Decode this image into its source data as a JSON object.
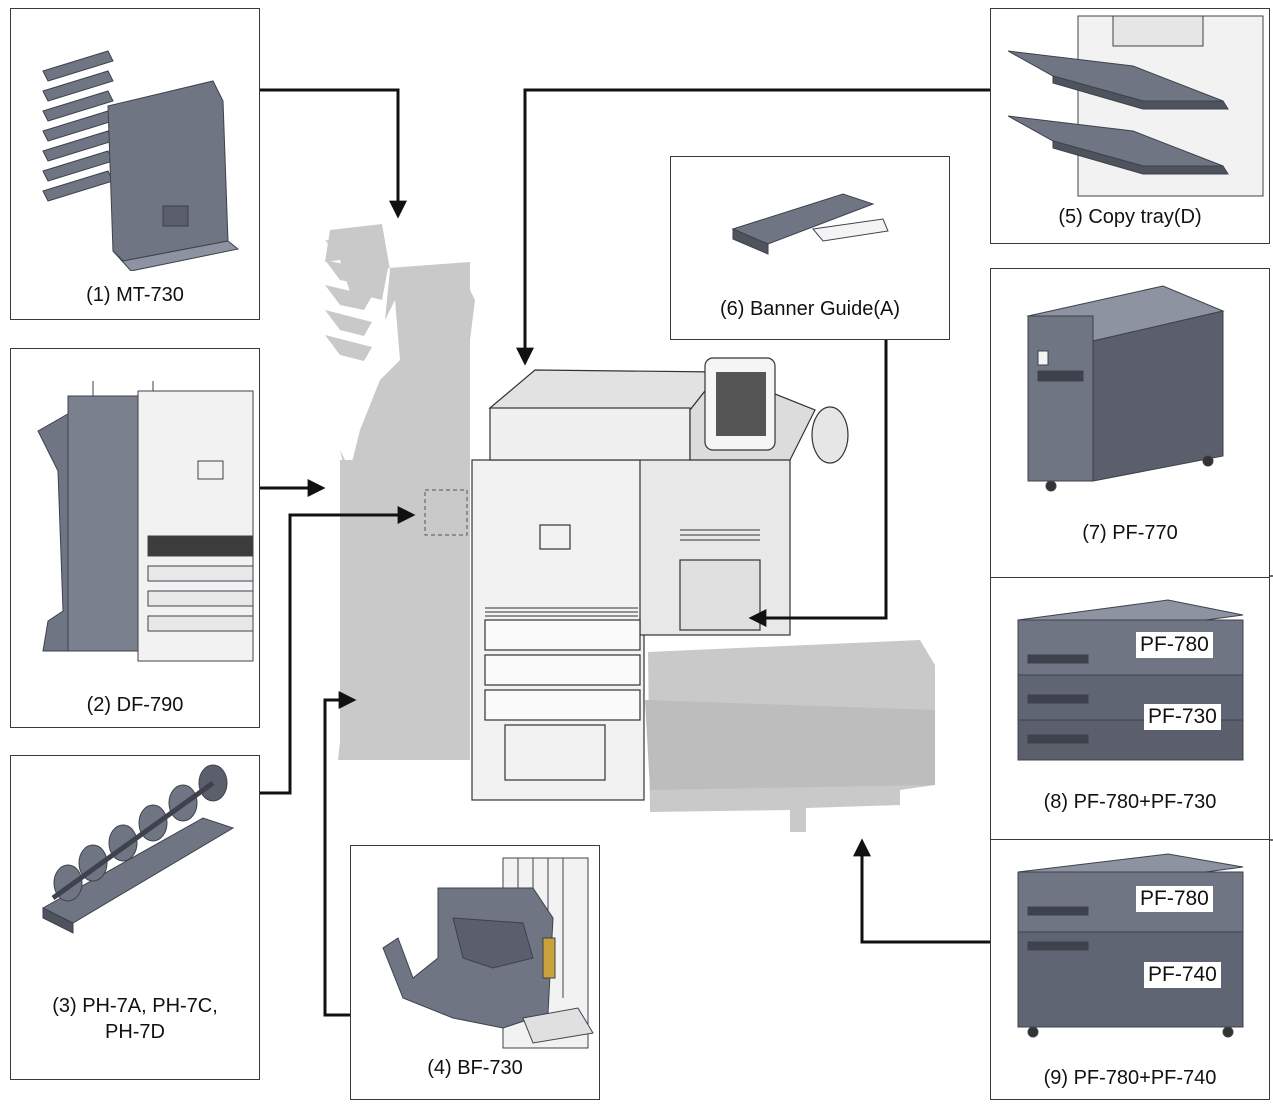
{
  "colors": {
    "line": "#111111",
    "body_grey": "#c9c9c9",
    "machine_dark": "#5e6470",
    "machine_mid": "#7c8290",
    "machine_light": "#f4f4f4",
    "frame": "#3a3a3a"
  },
  "options": [
    {
      "id": "mt730",
      "label": "(1) MT-730",
      "icon": "mailbox-tray-icon"
    },
    {
      "id": "df790",
      "label": "(2) DF-790",
      "icon": "document-finisher-icon"
    },
    {
      "id": "ph7",
      "label_lines": [
        "(3) PH-7A, PH-7C,",
        "PH-7D"
      ],
      "icon": "punch-unit-icon"
    },
    {
      "id": "bf730",
      "label": "(4) BF-730",
      "icon": "booklet-folder-icon"
    },
    {
      "id": "copytray",
      "label": "(5) Copy tray(D)",
      "icon": "copy-tray-icon"
    },
    {
      "id": "banner",
      "label": "(6) Banner Guide(A)",
      "icon": "banner-guide-icon"
    },
    {
      "id": "pf770",
      "label": "(7) PF-770",
      "icon": "side-paper-feeder-icon"
    },
    {
      "id": "pf780_730",
      "label": "(8) PF-780+PF-730",
      "tags": [
        "PF-780",
        "PF-730"
      ],
      "icon": "paper-feeder-stack-icon"
    },
    {
      "id": "pf780_740",
      "label": "(9) PF-780+PF-740",
      "tags": [
        "PF-780",
        "PF-740"
      ],
      "icon": "paper-feeder-stack-icon"
    }
  ]
}
